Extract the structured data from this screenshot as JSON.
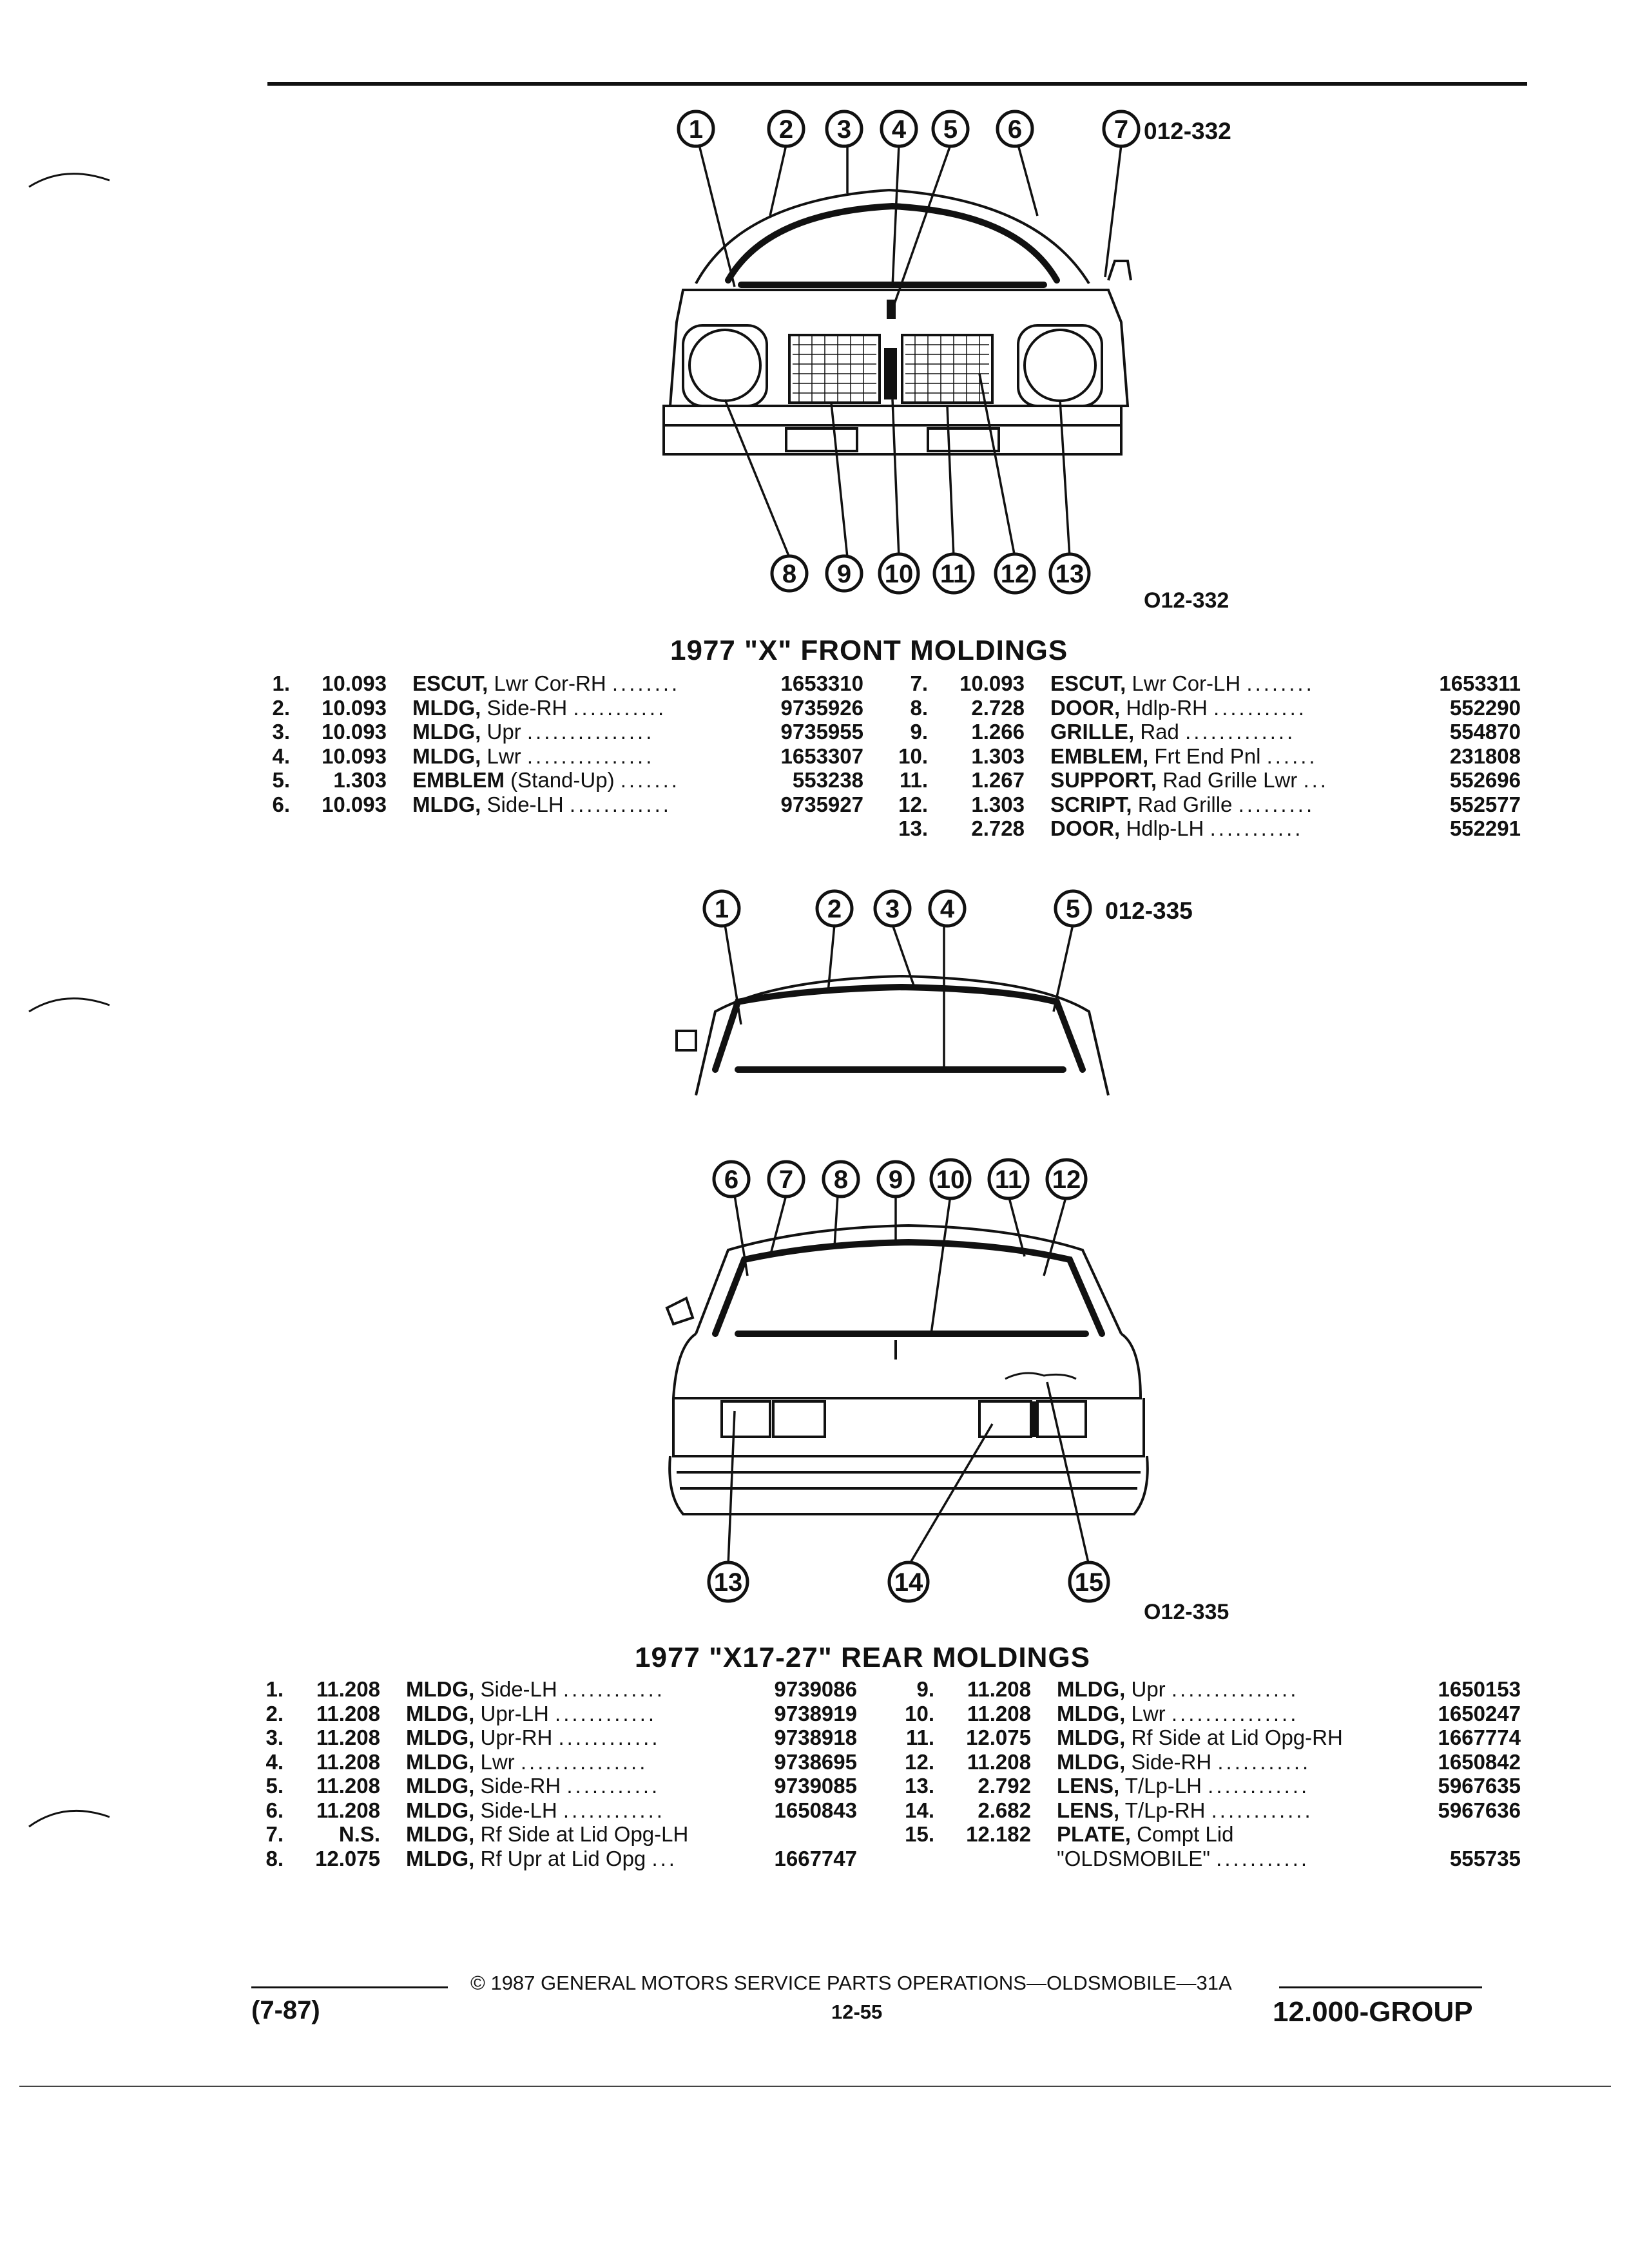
{
  "front": {
    "ref_top": "012-332",
    "ref_bottom": "O12-332",
    "title": "1977 \"X\" FRONT MOLDINGS",
    "top_callouts": [
      "1",
      "2",
      "3",
      "4",
      "5",
      "6",
      "7"
    ],
    "bottom_callouts": [
      "8",
      "9",
      "10",
      "11",
      "12",
      "13"
    ],
    "left": [
      {
        "num": "1.",
        "grp": "10.093",
        "name": "ESCUT,",
        "desc": "Lwr Cor-RH",
        "pn": "1653310"
      },
      {
        "num": "2.",
        "grp": "10.093",
        "name": "MLDG,",
        "desc": "Side-RH",
        "pn": "9735926"
      },
      {
        "num": "3.",
        "grp": "10.093",
        "name": "MLDG,",
        "desc": "Upr",
        "pn": "9735955"
      },
      {
        "num": "4.",
        "grp": "10.093",
        "name": "MLDG,",
        "desc": "Lwr",
        "pn": "1653307"
      },
      {
        "num": "5.",
        "grp": "1.303",
        "name": "EMBLEM",
        "desc": "(Stand-Up)",
        "pn": "553238"
      },
      {
        "num": "6.",
        "grp": "10.093",
        "name": "MLDG,",
        "desc": "Side-LH",
        "pn": "9735927"
      }
    ],
    "right": [
      {
        "num": "7.",
        "grp": "10.093",
        "name": "ESCUT,",
        "desc": "Lwr Cor-LH",
        "pn": "1653311"
      },
      {
        "num": "8.",
        "grp": "2.728",
        "name": "DOOR,",
        "desc": "Hdlp-RH",
        "pn": "552290"
      },
      {
        "num": "9.",
        "grp": "1.266",
        "name": "GRILLE,",
        "desc": "Rad",
        "pn": "554870"
      },
      {
        "num": "10.",
        "grp": "1.303",
        "name": "EMBLEM,",
        "desc": "Frt End Pnl",
        "pn": "231808"
      },
      {
        "num": "11.",
        "grp": "1.267",
        "name": "SUPPORT,",
        "desc": "Rad Grille Lwr",
        "pn": "552696"
      },
      {
        "num": "12.",
        "grp": "1.303",
        "name": "SCRIPT,",
        "desc": "Rad Grille",
        "pn": "552577"
      },
      {
        "num": "13.",
        "grp": "2.728",
        "name": "DOOR,",
        "desc": "Hdlp-LH",
        "pn": "552291"
      }
    ]
  },
  "rear": {
    "ref_top": "012-335",
    "ref_bottom": "O12-335",
    "title": "1977 \"X17-27\" REAR MOLDINGS",
    "callouts_a": [
      "1",
      "2",
      "3",
      "4",
      "5"
    ],
    "callouts_b": [
      "6",
      "7",
      "8",
      "9",
      "10",
      "11",
      "12"
    ],
    "callouts_c": [
      "13",
      "14",
      "15"
    ],
    "left": [
      {
        "num": "1.",
        "grp": "11.208",
        "name": "MLDG,",
        "desc": "Side-LH",
        "pn": "9739086"
      },
      {
        "num": "2.",
        "grp": "11.208",
        "name": "MLDG,",
        "desc": "Upr-LH",
        "pn": "9738919"
      },
      {
        "num": "3.",
        "grp": "11.208",
        "name": "MLDG,",
        "desc": "Upr-RH",
        "pn": "9738918"
      },
      {
        "num": "4.",
        "grp": "11.208",
        "name": "MLDG,",
        "desc": "Lwr",
        "pn": "9738695"
      },
      {
        "num": "5.",
        "grp": "11.208",
        "name": "MLDG,",
        "desc": "Side-RH",
        "pn": "9739085"
      },
      {
        "num": "6.",
        "grp": "11.208",
        "name": "MLDG,",
        "desc": "Side-LH",
        "pn": "1650843"
      },
      {
        "num": "7.",
        "grp": "N.S.",
        "name": "MLDG,",
        "desc": "Rf Side at Lid Opg-LH",
        "pn": ""
      },
      {
        "num": "8.",
        "grp": "12.075",
        "name": "MLDG,",
        "desc": "Rf Upr at Lid Opg",
        "pn": "1667747"
      }
    ],
    "right": [
      {
        "num": "9.",
        "grp": "11.208",
        "name": "MLDG,",
        "desc": "Upr",
        "pn": "1650153"
      },
      {
        "num": "10.",
        "grp": "11.208",
        "name": "MLDG,",
        "desc": "Lwr",
        "pn": "1650247"
      },
      {
        "num": "11.",
        "grp": "12.075",
        "name": "MLDG,",
        "desc": "Rf Side at Lid Opg-RH",
        "pn": "1667774"
      },
      {
        "num": "12.",
        "grp": "11.208",
        "name": "MLDG,",
        "desc": "Side-RH",
        "pn": "1650842"
      },
      {
        "num": "13.",
        "grp": "2.792",
        "name": "LENS,",
        "desc": "T/Lp-LH",
        "pn": "5967635"
      },
      {
        "num": "14.",
        "grp": "2.682",
        "name": "LENS,",
        "desc": "T/Lp-RH",
        "pn": "5967636"
      },
      {
        "num": "15.",
        "grp": "12.182",
        "name": "PLATE,",
        "desc": "Compt Lid",
        "pn": ""
      },
      {
        "num": "",
        "grp": "",
        "name": "",
        "desc": "\"OLDSMOBILE\"",
        "pn": "555735"
      }
    ]
  },
  "footer": {
    "copyright": "© 1987 GENERAL MOTORS SERVICE PARTS OPERATIONS—OLDSMOBILE—31A",
    "date": "(7-87)",
    "page": "12-55",
    "group": "12.000-GROUP"
  }
}
